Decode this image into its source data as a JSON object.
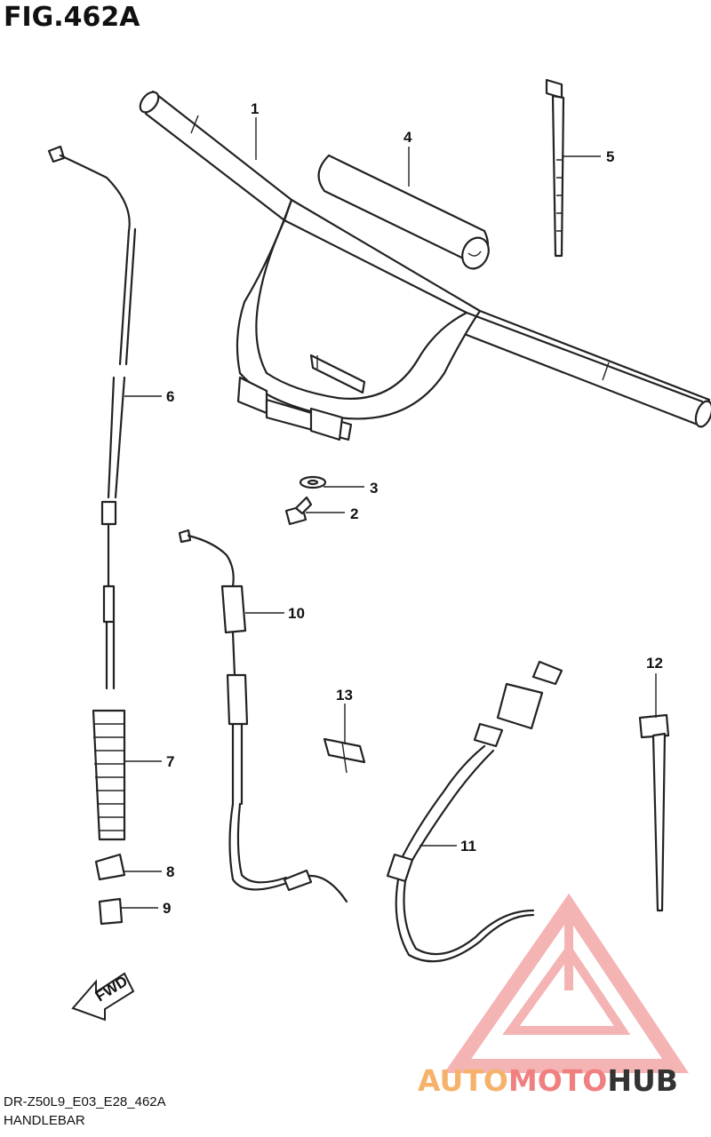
{
  "figure": {
    "title": "FIG.462A"
  },
  "captions": {
    "model_code": "DR-Z50L9_E03_E28_462A",
    "group_name": "HANDLEBAR"
  },
  "callouts": [
    "1",
    "2",
    "3",
    "4",
    "5",
    "6",
    "7",
    "8",
    "9",
    "10",
    "11",
    "12",
    "13"
  ],
  "direction": {
    "label": "FWD"
  },
  "watermark": {
    "part1": "AUTO",
    "part2": "MOTO",
    "part3": "HUB",
    "color1": "#f6b26b",
    "color2": "#f08080",
    "color3": "#333333"
  }
}
